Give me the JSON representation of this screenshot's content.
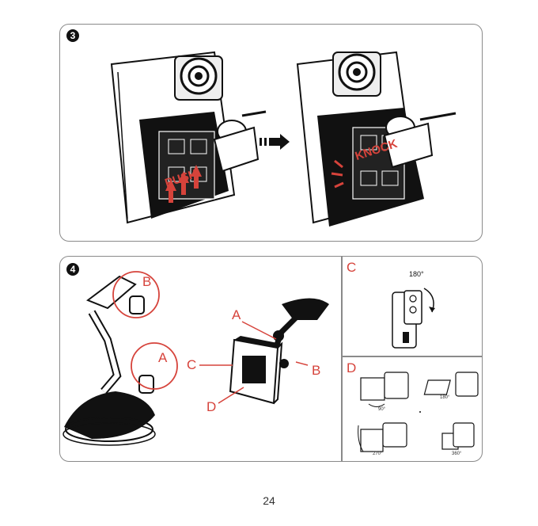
{
  "step3": {
    "number": "3",
    "left_label": "PUSH",
    "right_label": "KNOCK"
  },
  "step4": {
    "number": "4",
    "mount_labels": {
      "a": "A",
      "b": "B"
    },
    "camera_labels": {
      "a": "A",
      "b": "B",
      "c": "C",
      "d": "D"
    },
    "panel_c": {
      "letter": "C",
      "angle": "180°"
    },
    "panel_d": {
      "letter": "D",
      "angle1": "90°",
      "angle2": "180°",
      "angle3": "270°",
      "angle4": "360°"
    }
  },
  "page_number": "24",
  "colors": {
    "accent_red": "#d6433b",
    "frame_gray": "#8a8a8a",
    "ink": "#111111"
  }
}
